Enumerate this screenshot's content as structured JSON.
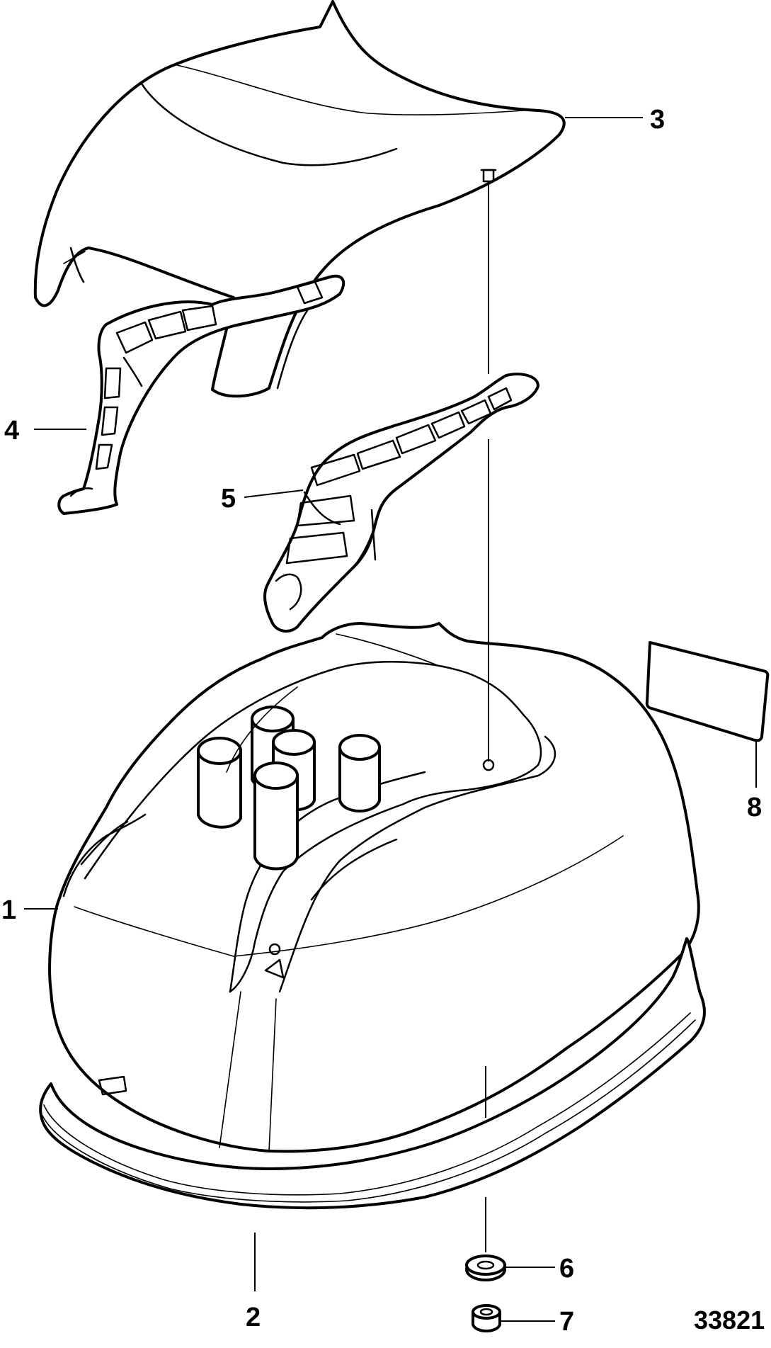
{
  "callouts": [
    {
      "id": "1",
      "label": "1"
    },
    {
      "id": "2",
      "label": "2"
    },
    {
      "id": "3",
      "label": "3"
    },
    {
      "id": "4",
      "label": "4"
    },
    {
      "id": "5",
      "label": "5"
    },
    {
      "id": "6",
      "label": "6"
    },
    {
      "id": "7",
      "label": "7"
    },
    {
      "id": "8",
      "label": "8"
    }
  ],
  "figure_number": "33821"
}
